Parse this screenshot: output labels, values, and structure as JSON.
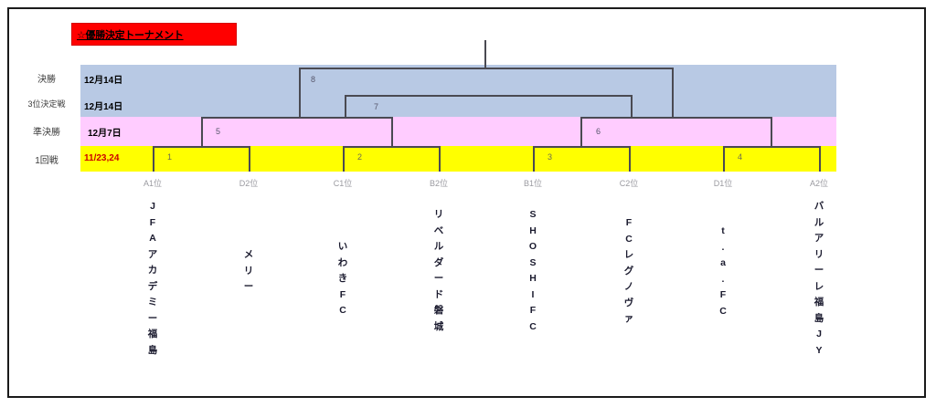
{
  "page": {
    "title": "☆優勝決定トーナメント",
    "background": "#ffffff",
    "colors": {
      "title_banner": "#ff0000",
      "final_band": "#b8c9e4",
      "semifinal_band": "#ffccff",
      "round1_band": "#ffff00",
      "line": "#4a4a52"
    }
  },
  "rounds": [
    {
      "key": "final",
      "label": "決勝",
      "date": "12月14日"
    },
    {
      "key": "third",
      "label": "3位決定戦",
      "date": "12月14日"
    },
    {
      "key": "semi",
      "label": "準決勝",
      "date": "12月7日"
    },
    {
      "key": "round1",
      "label": "1回戦",
      "date": "11/23,24"
    }
  ],
  "matches": [
    {
      "no": "1",
      "round": "round1"
    },
    {
      "no": "2",
      "round": "round1"
    },
    {
      "no": "3",
      "round": "round1"
    },
    {
      "no": "4",
      "round": "round1"
    },
    {
      "no": "5",
      "round": "semi"
    },
    {
      "no": "6",
      "round": "semi"
    },
    {
      "no": "7",
      "round": "third"
    },
    {
      "no": "8",
      "round": "final"
    }
  ],
  "entries": [
    {
      "seed": "A1位",
      "team": "JFAアカデミー福島"
    },
    {
      "seed": "D2位",
      "team": "メリー"
    },
    {
      "seed": "C1位",
      "team": "いわきFC"
    },
    {
      "seed": "B2位",
      "team": "リベルダード磐城"
    },
    {
      "seed": "B1位",
      "team": "SHOSHIFC"
    },
    {
      "seed": "C2位",
      "team": "FCレグノヴァ"
    },
    {
      "seed": "D1位",
      "team": "t.a.FC"
    },
    {
      "seed": "A2位",
      "team": "バルアリーレ福島JY"
    }
  ]
}
